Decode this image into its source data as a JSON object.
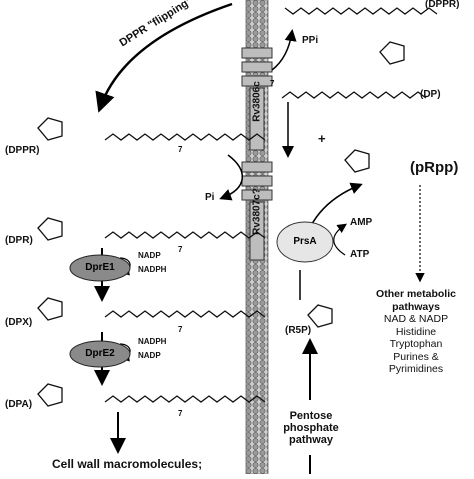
{
  "flipping_label": "DPPR \"flipping\"",
  "molecules": {
    "dppr_top": "(DPPR)",
    "dp": "(DP)",
    "dppr": "(DPPR)",
    "dpr": "(DPR)",
    "dpx": "(DPX)",
    "dpa": "(DPA)",
    "r5p": "(R5P)",
    "prpp": "(pRpp)",
    "plus": "+"
  },
  "cofactors": {
    "ppi": "PPi",
    "pi": "Pi",
    "amp": "AMP",
    "atp": "ATP",
    "nadp_1": "NADP",
    "nadph_1": "NADPH",
    "nadph_2": "NADPH",
    "nadp_2": "NADP"
  },
  "enzymes": {
    "rv3806c": "Rv3806c",
    "rv3807c": "Rv3807c?",
    "dpre1": "DprE1",
    "dpre2": "DprE2",
    "prsa": "PrsA"
  },
  "chain_subscript": "7",
  "pentose_pathway": [
    "Pentose",
    "phosphate",
    "pathway"
  ],
  "other_pathways": {
    "heading": [
      "Other metabolic",
      "pathways"
    ],
    "items": [
      "NAD & NADP",
      "Histidine",
      "Tryptophan",
      "Purines &",
      "Pyrimidines"
    ]
  },
  "cell_wall": "Cell wall macromolecules;",
  "colors": {
    "membrane": "#a8a8a8",
    "enzyme_fill": "#8a8a8a",
    "prsa_fill": "#e6e6e6",
    "rv_box": "#bdbdbd"
  }
}
